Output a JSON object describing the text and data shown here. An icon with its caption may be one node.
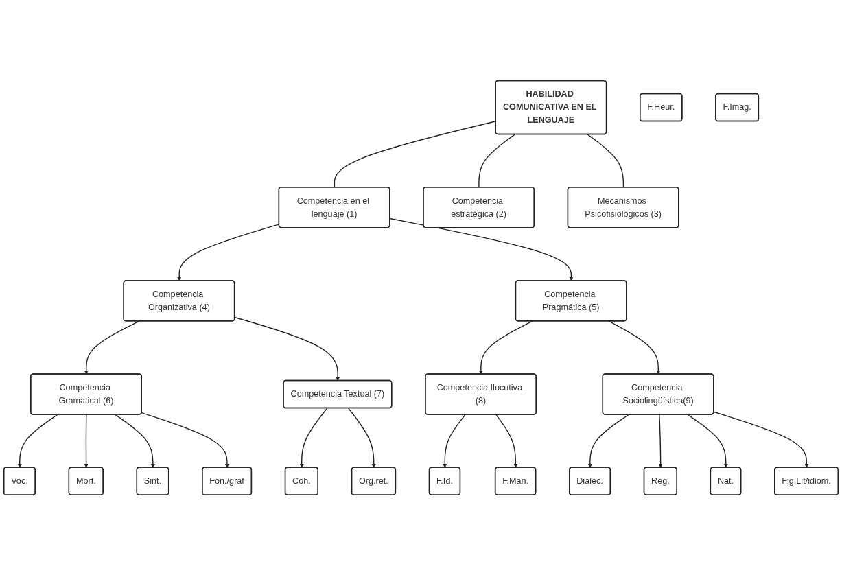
{
  "diagram": {
    "nodes": [
      {
        "text": [
          "HABILIDAD COMUNICATIVA EN EL LENGUAJE"
        ]
      },
      {
        "text": [
          "Competencia en el lenguaje (1)"
        ]
      },
      {
        "text": [
          "Competencia estratégica (2)"
        ]
      },
      {
        "text": [
          "Mecanismos Psicofisiológicos (3)"
        ]
      },
      {
        "text": [
          "Competencia Organizativa (4)"
        ]
      },
      {
        "text": [
          "Competencia Pragmática (5)"
        ]
      },
      {
        "text": [
          "Competencia Gramatical (6)"
        ]
      },
      {
        "text": [
          "Competencia Textual (7)"
        ]
      },
      {
        "text": [
          "Competencia Ilocutiva (8)"
        ]
      },
      {
        "text": [
          "Competencia Sociolingüística(9)"
        ]
      },
      {
        "text": [
          "Voc."
        ]
      },
      {
        "text": [
          "Morf."
        ]
      },
      {
        "text": [
          "Sint."
        ]
      },
      {
        "text": [
          "Fon./graf"
        ]
      },
      {
        "text": [
          "Coh."
        ]
      },
      {
        "text": [
          "Org.ret."
        ]
      },
      {
        "text": [
          "F.Id."
        ]
      },
      {
        "text": [
          "F.Man."
        ]
      },
      {
        "text": [
          "F.Heur."
        ]
      },
      {
        "text": [
          "F.Imag."
        ]
      },
      {
        "text": [
          "Dialec."
        ]
      },
      {
        "text": [
          "Reg."
        ]
      },
      {
        "text": [
          "Nat."
        ]
      },
      {
        "text": [
          "Fig.Lit/idiom."
        ]
      }
    ],
    "edges": [
      {
        "from": 0,
        "to": 1,
        "arrow": "none"
      },
      {
        "from": 0,
        "to": 2,
        "arrow": "none"
      },
      {
        "from": 0,
        "to": 3,
        "arrow": "none"
      },
      {
        "from": 1,
        "to": 4,
        "arrow": "to"
      },
      {
        "from": 1,
        "to": 5,
        "arrow": "to"
      },
      {
        "from": 4,
        "to": 6,
        "arrow": "to"
      },
      {
        "from": 4,
        "to": 7,
        "arrow": "to"
      },
      {
        "from": 5,
        "to": 8,
        "arrow": "to"
      },
      {
        "from": 5,
        "to": 9,
        "arrow": "to"
      },
      {
        "from": 6,
        "to": 10,
        "arrow": "to"
      },
      {
        "from": 6,
        "to": 11,
        "arrow": "to"
      },
      {
        "from": 6,
        "to": 12,
        "arrow": "to"
      },
      {
        "from": 6,
        "to": 13,
        "arrow": "to"
      },
      {
        "from": 7,
        "to": 14,
        "arrow": "to"
      },
      {
        "from": 7,
        "to": 15,
        "arrow": "to"
      },
      {
        "from": 8,
        "to": 16,
        "arrow": "to"
      },
      {
        "from": 8,
        "to": 17,
        "arrow": "to"
      },
      {
        "from": 9,
        "to": 20,
        "arrow": "to"
      },
      {
        "from": 9,
        "to": 21,
        "arrow": "to"
      },
      {
        "from": 9,
        "to": 22,
        "arrow": "to"
      },
      {
        "from": 9,
        "to": 23,
        "arrow": "to"
      }
    ]
  }
}
